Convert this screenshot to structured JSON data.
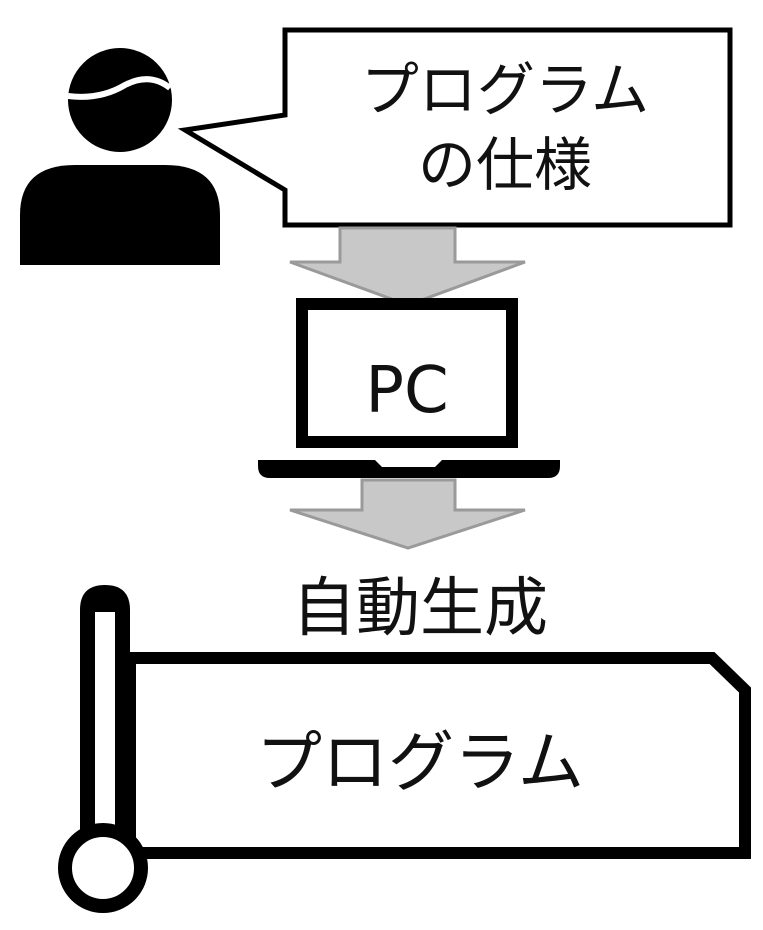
{
  "speech_bubble": {
    "line1": "プログラム",
    "line2": "の仕様"
  },
  "computer": {
    "label": "PC"
  },
  "process": {
    "label": "自動生成"
  },
  "output": {
    "label": "プログラム"
  },
  "colors": {
    "stroke": "#000000",
    "arrow_fill": "#c8c8c8",
    "arrow_stroke": "#9a9a9a"
  }
}
